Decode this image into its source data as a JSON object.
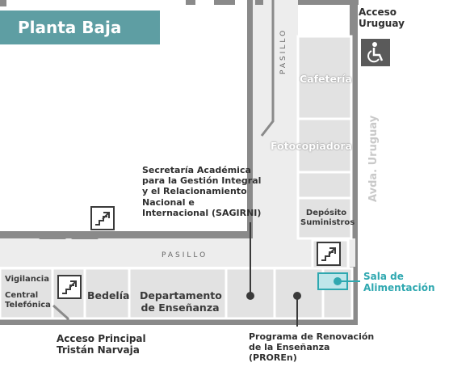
{
  "title": "Planta Baja",
  "rooms": {
    "cafeteria": "Cafetería",
    "fotocopiadora": "Fotocopiadora",
    "deposito": "Depósito Suministros",
    "bedelia": "Bedelía",
    "depto": "Departamento de Enseñanza",
    "vigilancia": "Vigilancia",
    "central": "Central Telefónica"
  },
  "corridors": {
    "vertical": "PASILLO",
    "horizontal": "PASILLO"
  },
  "street": "Avda. Uruguay",
  "labels": {
    "acceso_uruguay": "Acceso Uruguay",
    "sagirni": "Secretaría Académica para la Gestión Integral y el Relacionamiento Nacional e Internacional (SAGIRNI)",
    "sala_alimentacion": "Sala de Alimentación",
    "acceso_principal": "Acceso Principal Tristán Narvaja",
    "proren": "Programa de Renovación de la Enseñanza (PROREn)"
  },
  "colors": {
    "title_bg": "#5e9ea3",
    "highlight": "#2fa8b0",
    "highlight_fill": "#bfe6ea",
    "room_fill": "#e2e2e2",
    "corridor_fill": "#ededed",
    "wall": "#8a8a8a"
  },
  "icons": [
    "stairs-icon",
    "wheelchair-icon",
    "location-dot-icon"
  ]
}
